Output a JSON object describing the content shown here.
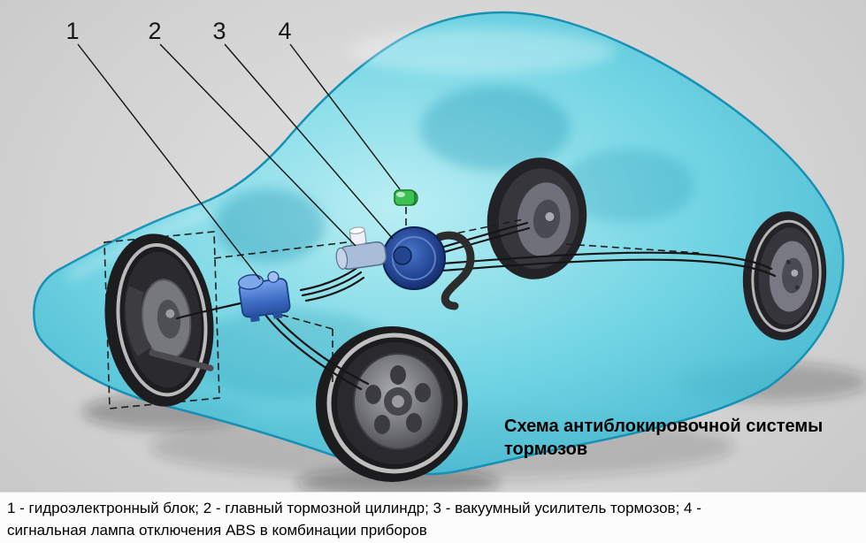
{
  "diagram": {
    "title_line1": "Схема антиблокировочной системы",
    "title_line2": "тормозов",
    "callouts": [
      {
        "num": "1",
        "component": "hydraulic-electronic-unit"
      },
      {
        "num": "2",
        "component": "brake-master-cylinder"
      },
      {
        "num": "3",
        "component": "vacuum-brake-booster"
      },
      {
        "num": "4",
        "component": "abs-warning-lamp"
      }
    ],
    "colors": {
      "car_body": "#5fd2e3",
      "car_outline": "#1691b4",
      "component_blue": "#2f5fb0",
      "lamp_green": "#3ec153",
      "line_black": "#1a1a1a",
      "background_gray": "#d4d4d4",
      "caption_background": "#fcfcfc"
    }
  },
  "caption": {
    "line1": "1 - гидроэлектронный блок; 2 - главный тормозной цилиндр; 3 - вакуумный усилитель тормозов; 4 -",
    "line2": "сигнальная лампа отключения ABS в комбинации приборов"
  }
}
